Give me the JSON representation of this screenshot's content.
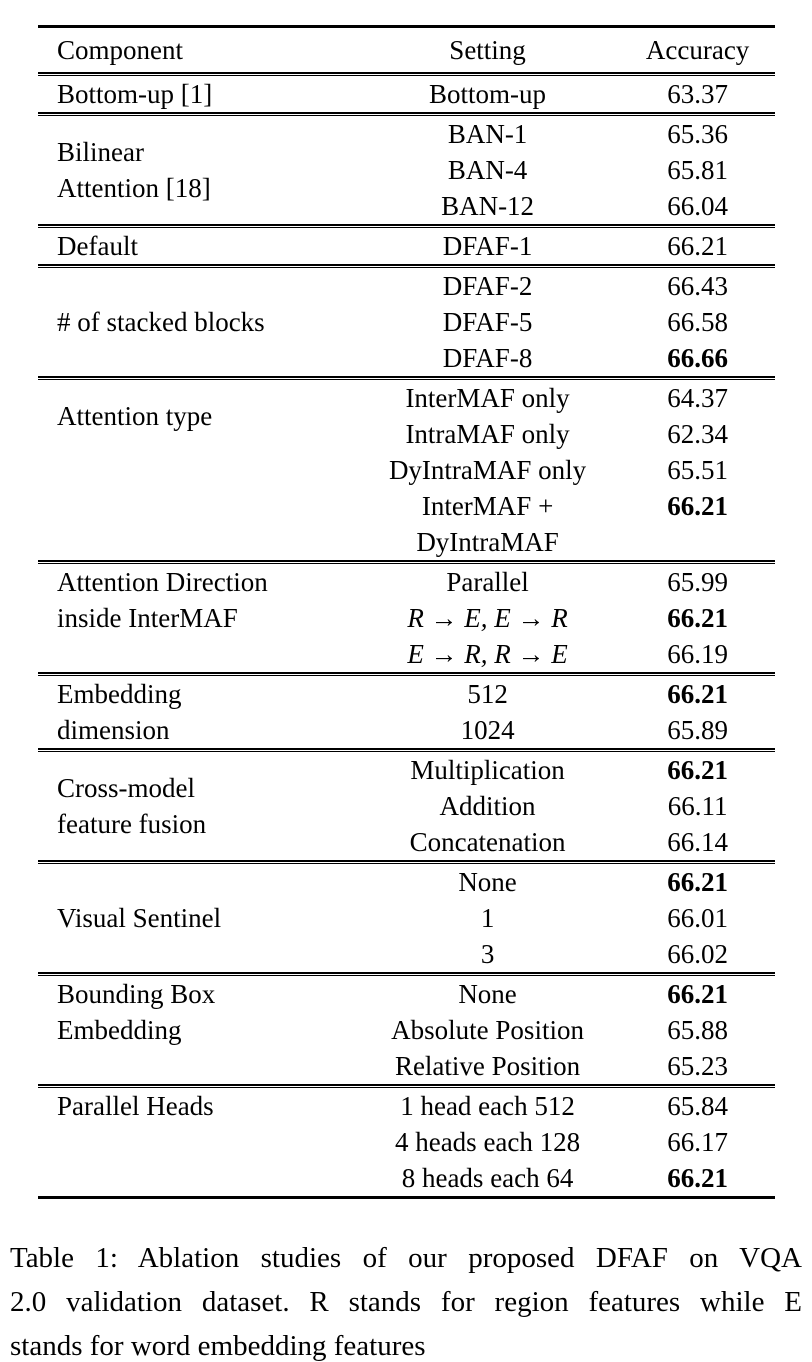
{
  "table": {
    "headers": {
      "component": "Component",
      "setting": "Setting",
      "accuracy": "Accuracy"
    },
    "sections": [
      {
        "component_lines": [
          "Bottom-up [1]"
        ],
        "valign": "center",
        "rows": [
          {
            "setting": "Bottom-up",
            "accuracy": "63.37",
            "bold": false,
            "italic": false
          }
        ]
      },
      {
        "component_lines": [
          "Bilinear",
          "Attention [18]"
        ],
        "valign": "center",
        "rows": [
          {
            "setting": "BAN-1",
            "accuracy": "65.36",
            "bold": false,
            "italic": false
          },
          {
            "setting": "BAN-4",
            "accuracy": "65.81",
            "bold": false,
            "italic": false
          },
          {
            "setting": "BAN-12",
            "accuracy": "66.04",
            "bold": false,
            "italic": false
          }
        ]
      },
      {
        "component_lines": [
          "Default"
        ],
        "valign": "center",
        "rows": [
          {
            "setting": "DFAF-1",
            "accuracy": "66.21",
            "bold": false,
            "italic": false
          }
        ]
      },
      {
        "component_lines": [
          "# of stacked blocks"
        ],
        "valign": "center",
        "rows": [
          {
            "setting": "DFAF-2",
            "accuracy": "66.43",
            "bold": false,
            "italic": false
          },
          {
            "setting": "DFAF-5",
            "accuracy": "66.58",
            "bold": false,
            "italic": false
          },
          {
            "setting": "DFAF-8",
            "accuracy": "66.66",
            "bold": true,
            "italic": false
          }
        ]
      },
      {
        "component_lines": [
          "Attention type"
        ],
        "valign": "top-offset",
        "rows": [
          {
            "setting": "InterMAF only",
            "accuracy": "64.37",
            "bold": false,
            "italic": false
          },
          {
            "setting": "IntraMAF only",
            "accuracy": "62.34",
            "bold": false,
            "italic": false
          },
          {
            "setting": "DyIntraMAF only",
            "accuracy": "65.51",
            "bold": false,
            "italic": false
          },
          {
            "setting": "InterMAF +",
            "accuracy": "66.21",
            "bold": true,
            "italic": false
          },
          {
            "setting": "DyIntraMAF",
            "accuracy": "",
            "bold": false,
            "italic": false
          }
        ]
      },
      {
        "component_lines": [
          "Attention Direction",
          "inside InterMAF"
        ],
        "valign": "top",
        "rows": [
          {
            "setting": "Parallel",
            "accuracy": "65.99",
            "bold": false,
            "italic": false
          },
          {
            "setting": "R → E, E → R",
            "accuracy": "66.21",
            "bold": true,
            "italic": true
          },
          {
            "setting": "E → R, R → E",
            "accuracy": "66.19",
            "bold": false,
            "italic": true
          }
        ]
      },
      {
        "component_lines": [
          "Embedding",
          "dimension"
        ],
        "valign": "top",
        "rows": [
          {
            "setting": "512",
            "accuracy": "66.21",
            "bold": true,
            "italic": false
          },
          {
            "setting": "1024",
            "accuracy": "65.89",
            "bold": false,
            "italic": false
          }
        ]
      },
      {
        "component_lines": [
          "Cross-model",
          "feature fusion"
        ],
        "valign": "center",
        "rows": [
          {
            "setting": "Multiplication",
            "accuracy": "66.21",
            "bold": true,
            "italic": false
          },
          {
            "setting": "Addition",
            "accuracy": "66.11",
            "bold": false,
            "italic": false
          },
          {
            "setting": "Concatenation",
            "accuracy": "66.14",
            "bold": false,
            "italic": false
          }
        ]
      },
      {
        "component_lines": [
          "Visual Sentinel"
        ],
        "valign": "center",
        "rows": [
          {
            "setting": "None",
            "accuracy": "66.21",
            "bold": true,
            "italic": false
          },
          {
            "setting": "1",
            "accuracy": "66.01",
            "bold": false,
            "italic": false
          },
          {
            "setting": "3",
            "accuracy": "66.02",
            "bold": false,
            "italic": false
          }
        ]
      },
      {
        "component_lines": [
          "Bounding Box",
          "Embedding"
        ],
        "valign": "top",
        "rows": [
          {
            "setting": "None",
            "accuracy": "66.21",
            "bold": true,
            "italic": false
          },
          {
            "setting": "Absolute Position",
            "accuracy": "65.88",
            "bold": false,
            "italic": false
          },
          {
            "setting": "Relative Position",
            "accuracy": "65.23",
            "bold": false,
            "italic": false
          }
        ]
      },
      {
        "component_lines": [
          "Parallel Heads"
        ],
        "valign": "top",
        "rows": [
          {
            "setting": "1 head each 512",
            "accuracy": "65.84",
            "bold": false,
            "italic": false
          },
          {
            "setting": "4 heads each 128",
            "accuracy": "66.17",
            "bold": false,
            "italic": false
          },
          {
            "setting": "8 heads each 64",
            "accuracy": "66.21",
            "bold": true,
            "italic": false
          }
        ]
      }
    ]
  },
  "caption": {
    "lines": [
      "Table 1:  Ablation studies of our proposed DFAF on VQA",
      "2.0 validation dataset.  R stands for region features while E",
      "stands for word embedding features"
    ]
  }
}
